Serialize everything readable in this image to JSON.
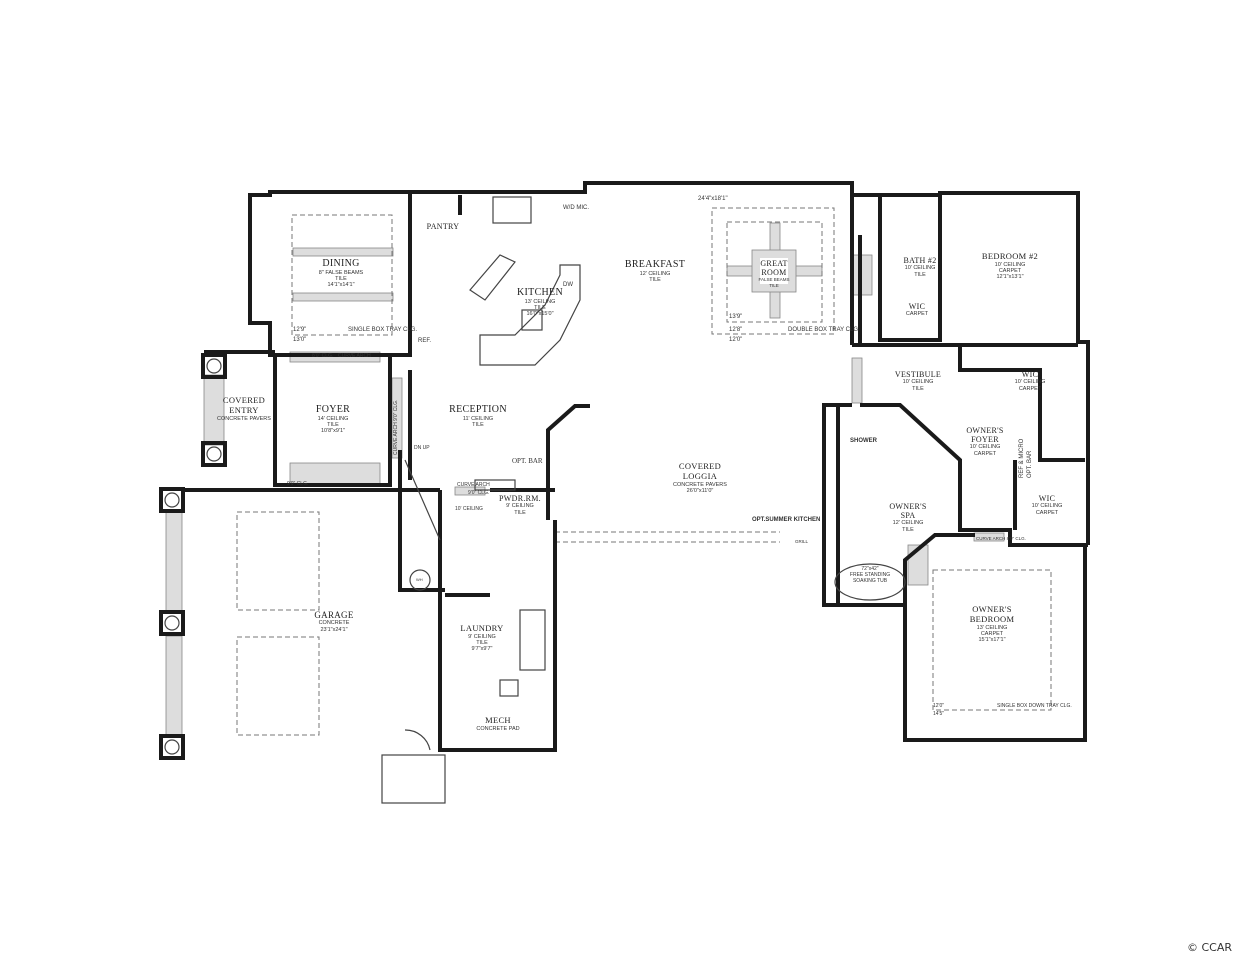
{
  "rooms": {
    "dining": {
      "name": "DINING",
      "details": [
        "8\" FALSE BEAMS",
        "TILE",
        "14'1\"x14'1\""
      ],
      "notes": [
        "12'9\"",
        "13'0\"",
        "SINGLE BOX TRAY CLG."
      ]
    },
    "pantry": {
      "name": "PANTRY"
    },
    "kitchen": {
      "name": "KITCHEN",
      "details": [
        "13' CEILING",
        "TILE",
        "16'0\"x15'0\""
      ],
      "notes": [
        "W/D MIC.",
        "REF.",
        "DW"
      ]
    },
    "breakfast": {
      "name": "BREAKFAST",
      "details": [
        "12' CEILING",
        "TILE"
      ]
    },
    "great_room": {
      "name": [
        "GREAT",
        "ROOM"
      ],
      "details": [
        "FALSE BEAMS",
        "TILE"
      ],
      "notes": [
        "24'4\"x18'1\"",
        "13'9\"",
        "12'8\"",
        "12'0\"",
        "DOUBLE BOX TRAY CLG."
      ]
    },
    "bath2": {
      "name": "BATH #2",
      "details": [
        "10' CEILING",
        "TILE"
      ]
    },
    "bedroom2": {
      "name": "BEDROOM #2",
      "details": [
        "10' CEILING",
        "CARPET",
        "12'1\"x13'1\""
      ]
    },
    "wic1": {
      "name": "WIC",
      "details": [
        "CARPET"
      ]
    },
    "vestibule": {
      "name": "VESTIBULE",
      "details": [
        "10' CEILING",
        "TILE"
      ]
    },
    "wic2": {
      "name": "WIC",
      "details": [
        "10' CEILING",
        "CARPET"
      ]
    },
    "owners_foyer": {
      "name": [
        "OWNER'S",
        "FOYER"
      ],
      "details": [
        "10' CEILING",
        "CARPET"
      ],
      "notes": [
        "REF & MICRO",
        "OPT. BAR"
      ]
    },
    "wic3": {
      "name": "WIC",
      "details": [
        "10' CEILING",
        "CARPET"
      ]
    },
    "covered_entry": {
      "name": [
        "COVERED",
        "ENTRY"
      ],
      "details": [
        "CONCRETE PAVERS"
      ]
    },
    "foyer": {
      "name": "FOYER",
      "details": [
        "14' CEILING",
        "TILE",
        "10'8\"x9'1\""
      ],
      "notes": [
        "8'0\" CLG.",
        "CURVE ARCH",
        "CURVE ARCH 9'0\" CLG.",
        "9'0\" CLG."
      ]
    },
    "reception": {
      "name": "RECEPTION",
      "details": [
        "11' CEILING",
        "TILE"
      ],
      "notes": [
        "DN UP",
        "CURVE ARCH",
        "9'0\" CLG.",
        "10' CEILING",
        "OPT. BAR"
      ]
    },
    "powder_room": {
      "name": "PWDR.RM.",
      "details": [
        "9' CEILING",
        "TILE"
      ]
    },
    "covered_loggia": {
      "name": [
        "COVERED",
        "LOGGIA"
      ],
      "details": [
        "CONCRETE PAVERS",
        "26'0\"x11'0\""
      ],
      "notes": [
        "OPT.SUMMER KITCHEN",
        "GRILL"
      ]
    },
    "shower": {
      "name": "SHOWER"
    },
    "owners_spa": {
      "name": [
        "OWNER'S",
        "SPA"
      ],
      "details": [
        "12' CEILING",
        "TILE"
      ],
      "notes": [
        "72\"x42\"",
        "FREE STANDING",
        "SOAKING TUB",
        "CURVE ARCH 8'0\" CLG."
      ]
    },
    "owners_bedroom": {
      "name": [
        "OWNER'S",
        "BEDROOM"
      ],
      "details": [
        "13' CEILING",
        "CARPET",
        "15'1\"x17'1\""
      ],
      "notes": [
        "12'0\"",
        "14'5\"",
        "SINGLE BOX DOWN TRAY CLG."
      ]
    },
    "garage": {
      "name": "GARAGE",
      "details": [
        "CONCRETE",
        "23'1\"x24'1\""
      ],
      "notes": [
        "WH"
      ]
    },
    "laundry": {
      "name": "LAUNDRY",
      "details": [
        "9' CEILING",
        "TILE",
        "9'7\"x9'7\""
      ]
    },
    "mech": {
      "name": "MECH",
      "details": [
        "CONCRETE PAD"
      ]
    }
  },
  "copyright": "© CCAR"
}
